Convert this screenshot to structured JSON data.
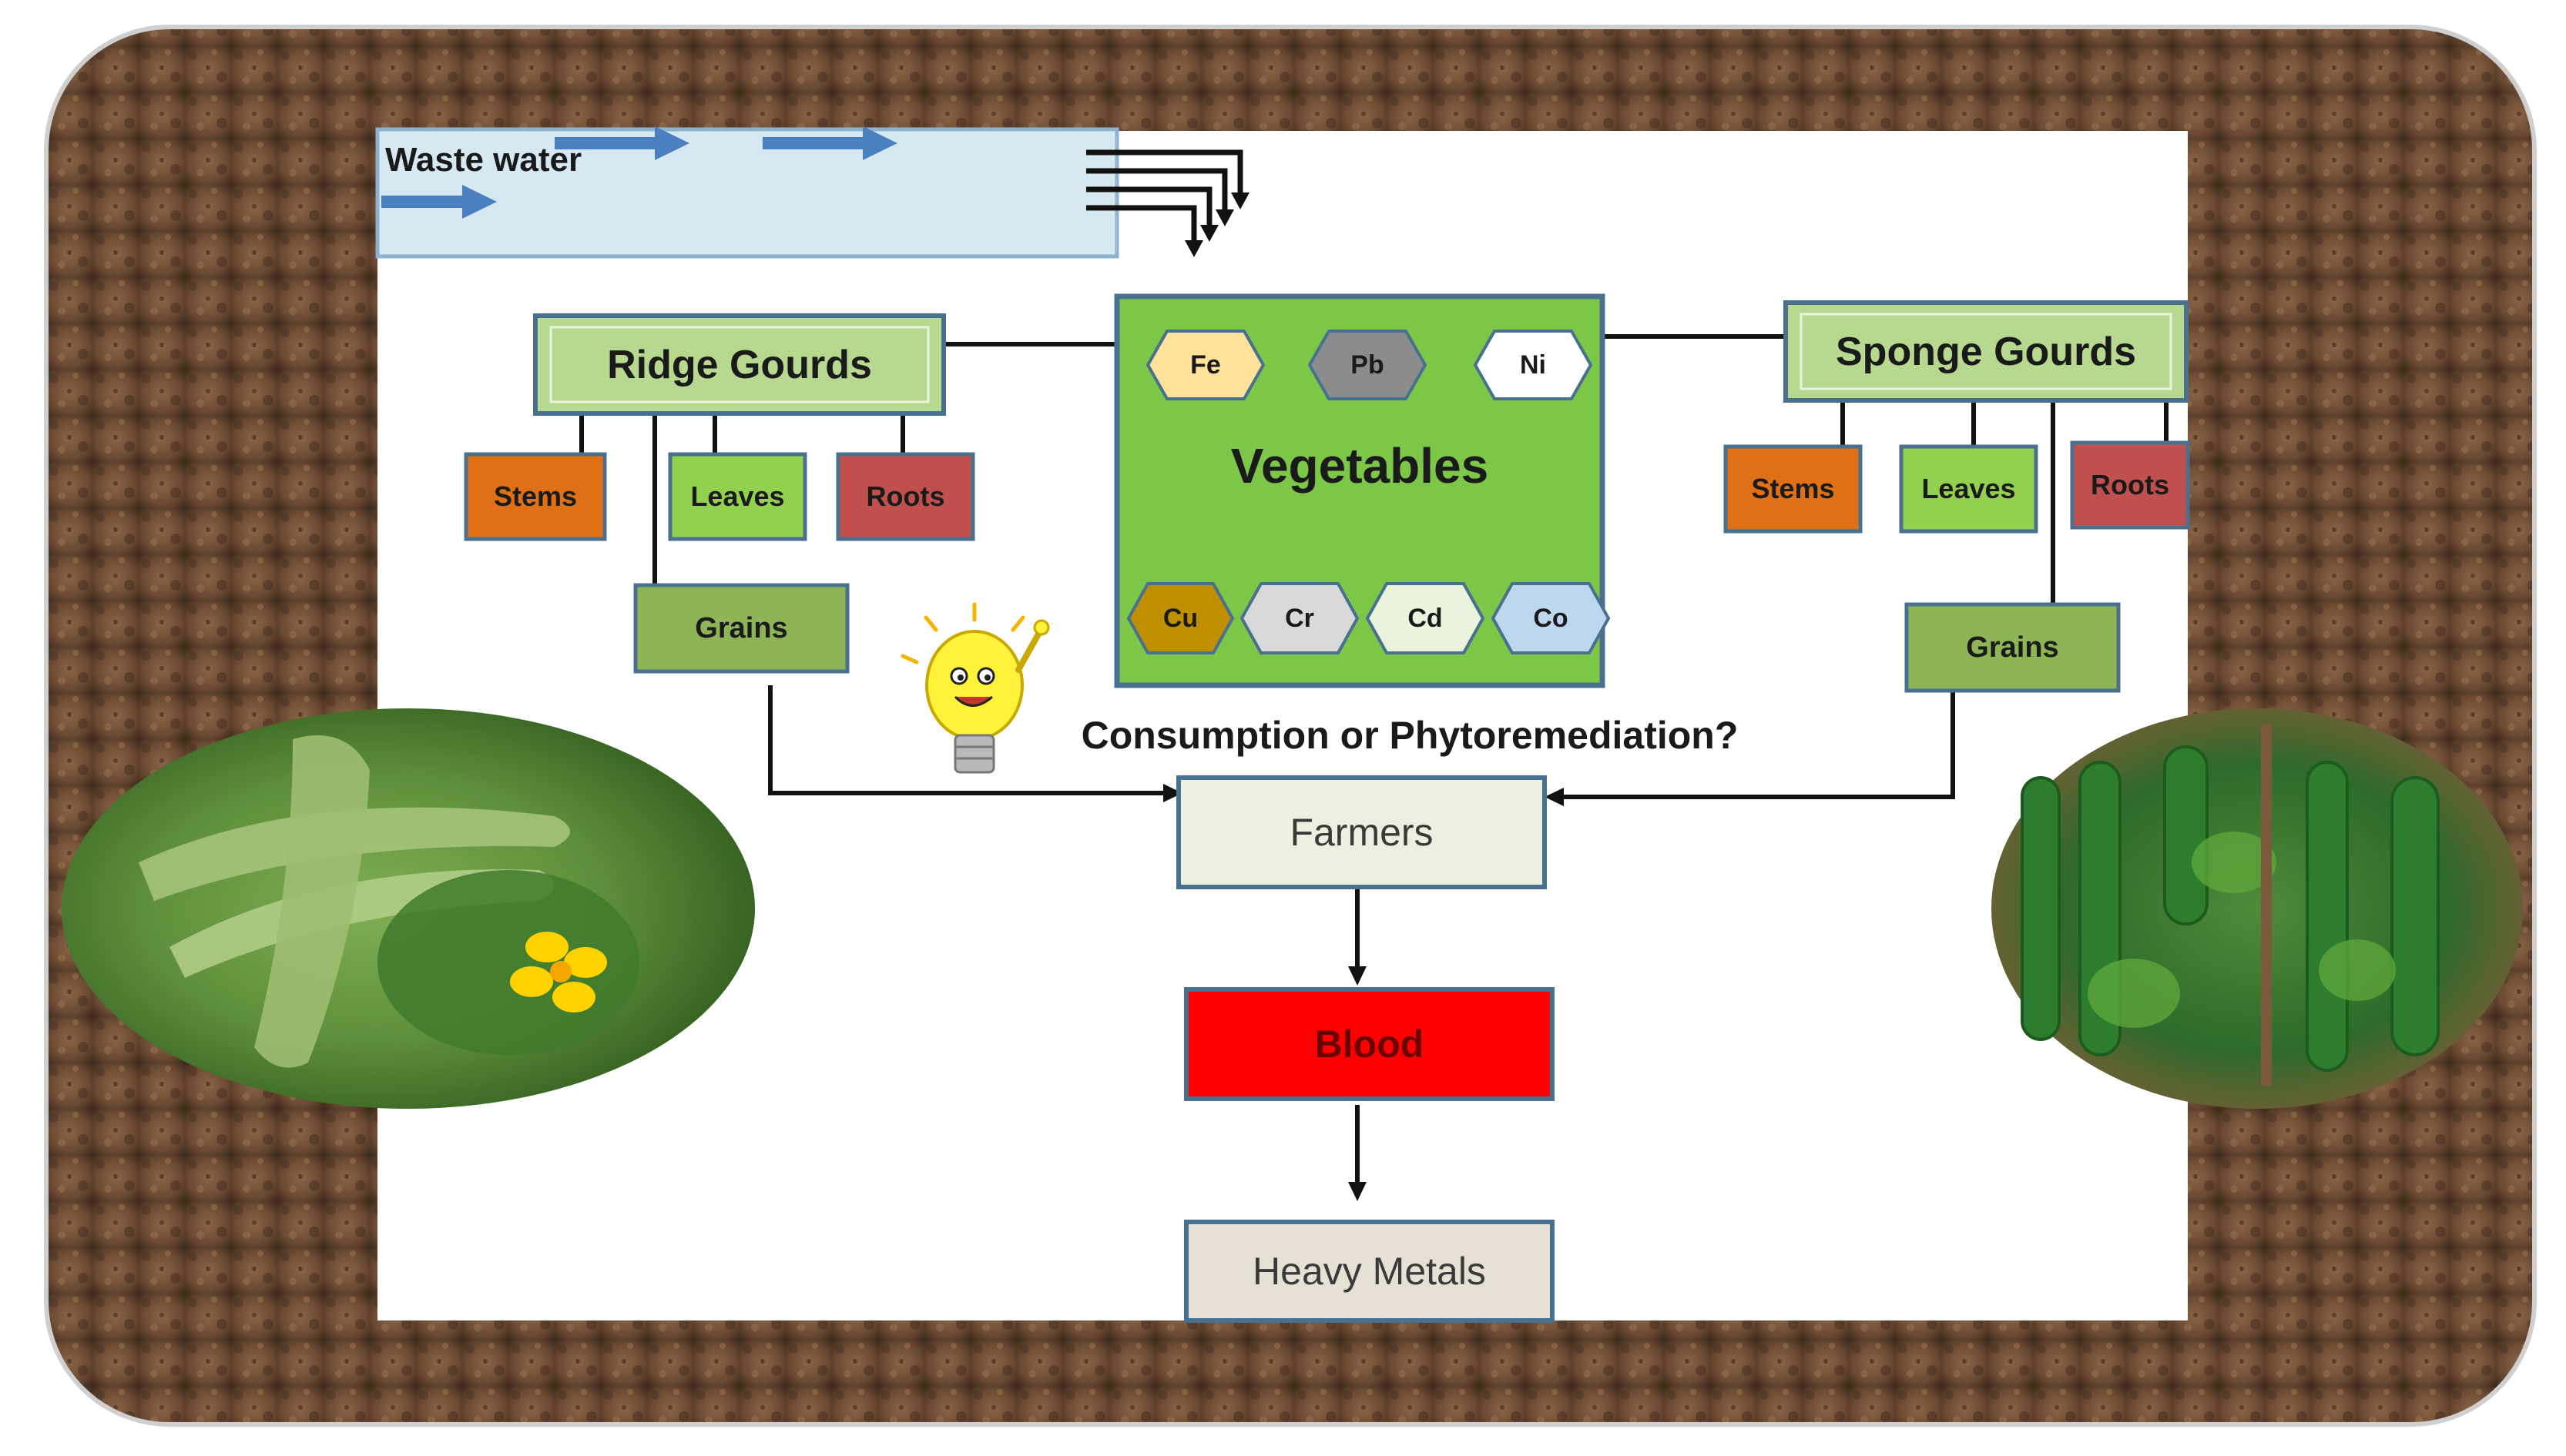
{
  "diagram": {
    "wastewater_label": "Waste water",
    "ridge": {
      "title": "Ridge Gourds",
      "stems": "Stems",
      "leaves": "Leaves",
      "roots": "Roots",
      "grains": "Grains"
    },
    "sponge": {
      "title": "Sponge Gourds",
      "stems": "Stems",
      "leaves": "Leaves",
      "roots": "Roots",
      "grains": "Grains"
    },
    "vegetables": {
      "title": "Vegetables",
      "metals_top": [
        "Fe",
        "Pb",
        "Ni"
      ],
      "metals_bottom": [
        "Cu",
        "Cr",
        "Cd",
        "Co"
      ]
    },
    "question": "Consumption or Phytoremediation?",
    "farmers": "Farmers",
    "blood": "Blood",
    "heavy_metals": "Heavy Metals"
  },
  "colors": {
    "soil": "#6b4a33",
    "water": "#d6e9f3",
    "arrow_blue": "#4a7fc0",
    "gourd_box": "#b6d88f",
    "stems": "#e07015",
    "leaves": "#92d050",
    "roots": "#c0504d",
    "grains": "#8db556",
    "vegetables_bg": "#7cc648",
    "fe": "#ffe29a",
    "pb": "#8c8c8c",
    "ni": "#ffffff",
    "cu": "#bf8f00",
    "cr": "#d9d9d9",
    "cd": "#eaf3dc",
    "co": "#bdd7ee",
    "farmers": "#ebf1de",
    "blood": "#ff0000",
    "heavy_metals": "#e7e1d5"
  },
  "icons": [
    "lightbulb-icon",
    "ridge-gourd-photo",
    "sponge-gourd-photo"
  ]
}
